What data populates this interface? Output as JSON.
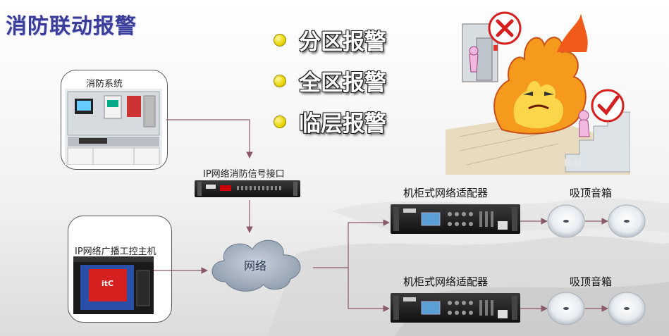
{
  "title": "消防联动报警",
  "bullets": [
    "分区报警",
    "全区报警",
    "临层报警"
  ],
  "fire_system": {
    "label": "消防系统"
  },
  "interface": {
    "label": "IP网络消防信号接口"
  },
  "host": {
    "label": "IP网络广播工控主机",
    "screen_logo": "itC"
  },
  "network": {
    "label": "网络"
  },
  "adapters": [
    {
      "label": "机柜式网络适配器",
      "speaker_label": "吸顶音箱"
    },
    {
      "label": "机柜式网络适配器",
      "speaker_label": "吸顶音箱"
    }
  ],
  "watermark": "Bai",
  "colors": {
    "title": "#3a3e9a",
    "arrow": "#8a5a6a",
    "bullet": "#e8d400"
  }
}
